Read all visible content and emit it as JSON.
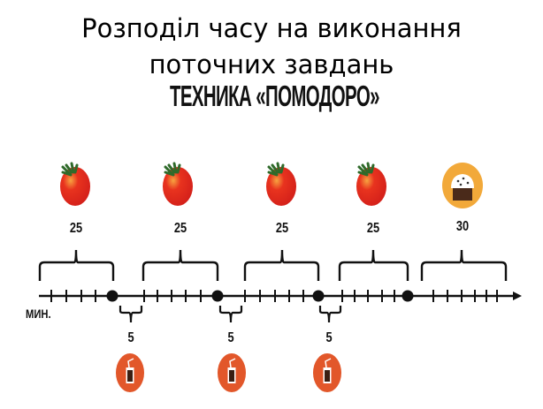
{
  "title": {
    "line1": "Розподіл часу на виконання",
    "line2": "поточних завдань"
  },
  "subtitle": "ТЕХНИКА «ПОМОДОРО»",
  "timeline": {
    "unit_label": "МИН.",
    "work_periods": [
      {
        "label": "25",
        "icon": "tomato-icon"
      },
      {
        "label": "25",
        "icon": "tomato-icon"
      },
      {
        "label": "25",
        "icon": "tomato-icon"
      },
      {
        "label": "25",
        "icon": "tomato-icon"
      }
    ],
    "long_break": {
      "label": "30",
      "icon": "cupcake-icon"
    },
    "short_breaks": [
      {
        "label": "5",
        "icon": "drink-icon"
      },
      {
        "label": "5",
        "icon": "drink-icon"
      },
      {
        "label": "5",
        "icon": "drink-icon"
      }
    ]
  },
  "colors": {
    "tomato": "#e02a1c",
    "tomato_highlight": "#f59a3a",
    "stem": "#2f6a2a",
    "cupcake_bg": "#f2a93a",
    "drink_bg": "#e2572a",
    "line": "#111111"
  }
}
